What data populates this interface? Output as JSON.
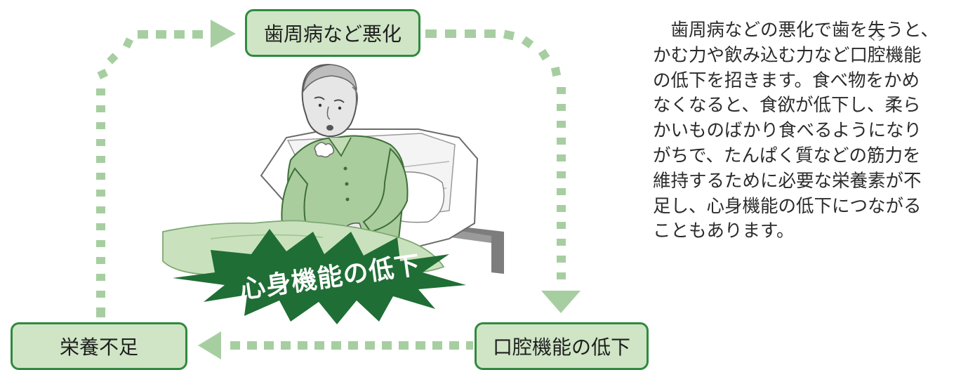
{
  "diagram": {
    "nodes": {
      "top": "歯周病など悪化",
      "left": "栄養不足",
      "right": "口腔機能の低下",
      "center": "心身機能の低下"
    },
    "colors": {
      "node_fill": "#cfe5c5",
      "node_border": "#2f8a3e",
      "arrow": "#a7cea1",
      "burst": "#1f6e35",
      "shirt": "#a9cd9c",
      "blanket": "#c9e2bd"
    }
  },
  "description": {
    "lines": [
      "　歯周病などの悪化で歯を失うと、",
      "かむ力や飲み込む力など口",
      "腔",
      "機能",
      "の低下を招きます。食べ物をかめ",
      "なくなると、食欲が低下し、柔ら",
      "かいものばかり食べるようになり",
      "がちで、たんぱく質などの筋力を",
      "維持するために必要な栄養素が不",
      "足し、心身機能の低下につながる",
      "こともあります。"
    ],
    "ruby": "くう"
  }
}
